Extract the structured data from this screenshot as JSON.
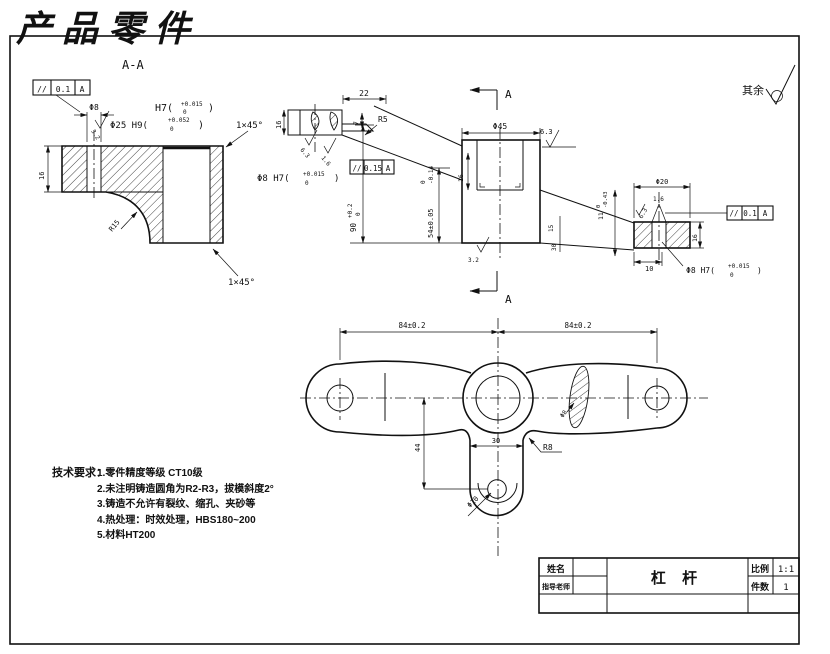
{
  "title": {
    "text": "产品零件",
    "color": "#cf1d12"
  },
  "surface_default": {
    "label": "其余"
  },
  "section_aa": {
    "label": "A-A",
    "tol_frame": {
      "sym": "//",
      "val": "0.1",
      "datum": "A"
    },
    "fit1": {
      "pre": "H7(",
      "sup": "+0.015",
      "sub": "0",
      "post": ")"
    },
    "fit2": {
      "pre": "Φ25 H9(",
      "sup": "+0.052",
      "sub": "0",
      "post": ")"
    },
    "chamfer_top": "1×45°",
    "chamfer_bottom": "1×45°",
    "dim_hole": "Φ8",
    "rough_hole": "3.2",
    "dim_width": "16",
    "fillet": "R15"
  },
  "front_view": {
    "dim_top": "22",
    "radius": "R5",
    "dim_step": "7",
    "dim_lug": "16",
    "rough_1": "6.3",
    "rough_2": "1.6",
    "tol_frame": {
      "sym": "//",
      "val": "0.15",
      "datum": "A"
    },
    "fit_hole": {
      "pre": "Φ8 H7(",
      "sup": "+0.015",
      "sub": "0",
      "post": ")"
    },
    "dim_height": {
      "val": "90",
      "sup": "+0.2",
      "sub": "0"
    },
    "dim_mid": {
      "val": "54±0.05",
      "sup": "0",
      "sub": "-0.14"
    },
    "dim_boss": "Φ45",
    "dim_recess": "16",
    "rough_top": "6.3",
    "rough_bottom": "3.2",
    "cut_label": "A"
  },
  "end_section": {
    "dim_od": "Φ20",
    "dim_offset": "10",
    "dim_height": "16",
    "dim_w1": "15",
    "dim_w2": "30",
    "dim_thk": {
      "val": "11",
      "sup": "0",
      "sub": "-0.43"
    },
    "rough_bore": "1.6",
    "rough_face": "6.3",
    "tol_frame": {
      "sym": "//",
      "val": "0.1",
      "datum": "A"
    },
    "fit_hole": {
      "pre": "Φ8 H7(",
      "sup": "+0.015",
      "sub": "0",
      "post": ")"
    }
  },
  "plan_view": {
    "dim_left": "84±0.2",
    "dim_right": "84±0.2",
    "dim_drop": "44",
    "dim_neck": "30",
    "radius": "R8",
    "hole": "Φ10",
    "section_dim": "Φ8"
  },
  "tech_req": {
    "label": "技术要求：",
    "items": [
      "1.零件精度等级 CT10级",
      "2.未注明铸造圆角为R2-R3，拔模斜度2°",
      "3.铸造不允许有裂纹、缩孔、夹砂等",
      "4.热处理：时效处理，HBS180~200",
      "5.材料HT200"
    ]
  },
  "title_block": {
    "name_label": "姓名",
    "advisor_label": "指导老师",
    "part_name": "杠 杆",
    "scale_label": "比例",
    "scale_value": "1:1",
    "qty_label": "件数",
    "qty_value": "1"
  }
}
